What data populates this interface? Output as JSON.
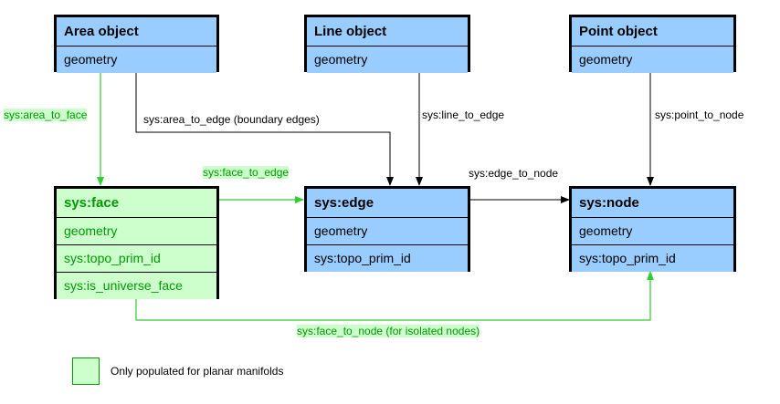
{
  "colors": {
    "object_fill": "#99ccff",
    "topology_fill": "#ccffcc",
    "green_text": "#009900",
    "green_line": "#33cc33",
    "black_line": "#000000"
  },
  "boxes": {
    "area_object": {
      "title": "Area object",
      "rows": [
        "geometry"
      ]
    },
    "line_object": {
      "title": "Line object",
      "rows": [
        "geometry"
      ]
    },
    "point_object": {
      "title": "Point object",
      "rows": [
        "geometry"
      ]
    },
    "face": {
      "title": "sys:face",
      "rows": [
        "geometry",
        "sys:topo_prim_id",
        "sys:is_universe_face"
      ]
    },
    "edge": {
      "title": "sys:edge",
      "rows": [
        "geometry",
        "sys:topo_prim_id"
      ]
    },
    "node": {
      "title": "sys:node",
      "rows": [
        "geometry",
        "sys:topo_prim_id"
      ]
    }
  },
  "relations": {
    "area_to_face": "sys:area_to_face",
    "area_to_edge": "sys:area_to_edge (boundary edges)",
    "line_to_edge": "sys:line_to_edge",
    "point_to_node": "sys:point_to_node",
    "face_to_edge": "sys:face_to_edge",
    "edge_to_node": "sys:edge_to_node",
    "face_to_node": "sys:face_to_node (for isolated nodes)"
  },
  "legend": {
    "text": "Only populated for planar manifolds"
  }
}
